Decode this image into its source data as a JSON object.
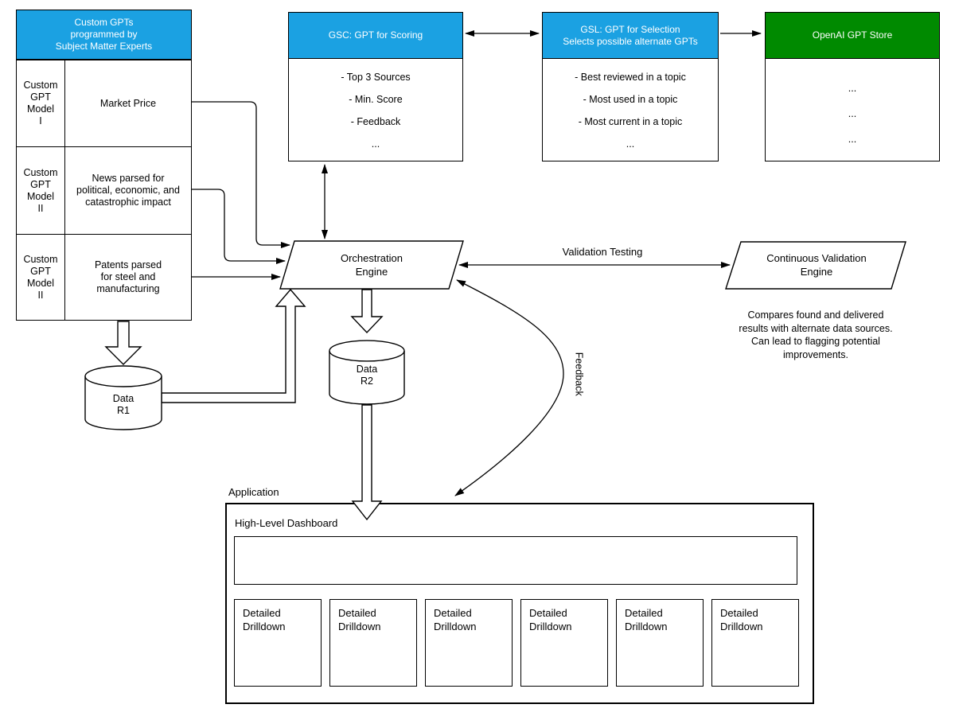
{
  "palette": {
    "header_blue": "#1ba1e2",
    "header_green": "#008a00",
    "line": "#000000",
    "shape_fill": "#ffffff"
  },
  "custom_gpts_panel": {
    "header": "Custom GPTs\nprogrammed by\nSubject Matter Experts",
    "rows": [
      {
        "model": "Custom\nGPT\nModel\nI",
        "description": "Market Price"
      },
      {
        "model": "Custom\nGPT\nModel\nII",
        "description": "News parsed for\npolitical, economic, and\ncatastrophic impact"
      },
      {
        "model": "Custom\nGPT\nModel\nII",
        "description": "Patents parsed\nfor steel and\nmanufacturing"
      }
    ]
  },
  "gsc_panel": {
    "header": "GSC: GPT for Scoring",
    "items": [
      "- Top 3 Sources",
      "- Min. Score",
      "- Feedback",
      "..."
    ]
  },
  "gsl_panel": {
    "header": "GSL: GPT for Selection\nSelects possible alternate GPTs",
    "items": [
      "- Best reviewed in a topic",
      "- Most used in a topic",
      "- Most current in a topic",
      "..."
    ]
  },
  "gpt_store_panel": {
    "header": "OpenAI GPT Store",
    "items": [
      "...",
      "...",
      "..."
    ]
  },
  "orchestration_engine": {
    "label": "Orchestration\nEngine"
  },
  "validation_engine": {
    "label": "Continuous Validation\nEngine",
    "note": "Compares found and delivered\nresults with alternate data sources.\nCan lead to flagging potential\nimprovements."
  },
  "data_stores": {
    "r1": "Data\nR1",
    "r2": "Data\nR2"
  },
  "connector_labels": {
    "validation_testing": "Validation Testing",
    "feedback": "Feedback"
  },
  "application_panel": {
    "label": "Application",
    "dashboard_title": "High-Level Dashboard",
    "drilldowns": [
      "Detailed\nDrilldown",
      "Detailed\nDrilldown",
      "Detailed\nDrilldown",
      "Detailed\nDrilldown",
      "Detailed\nDrilldown",
      "Detailed\nDrilldown"
    ]
  }
}
